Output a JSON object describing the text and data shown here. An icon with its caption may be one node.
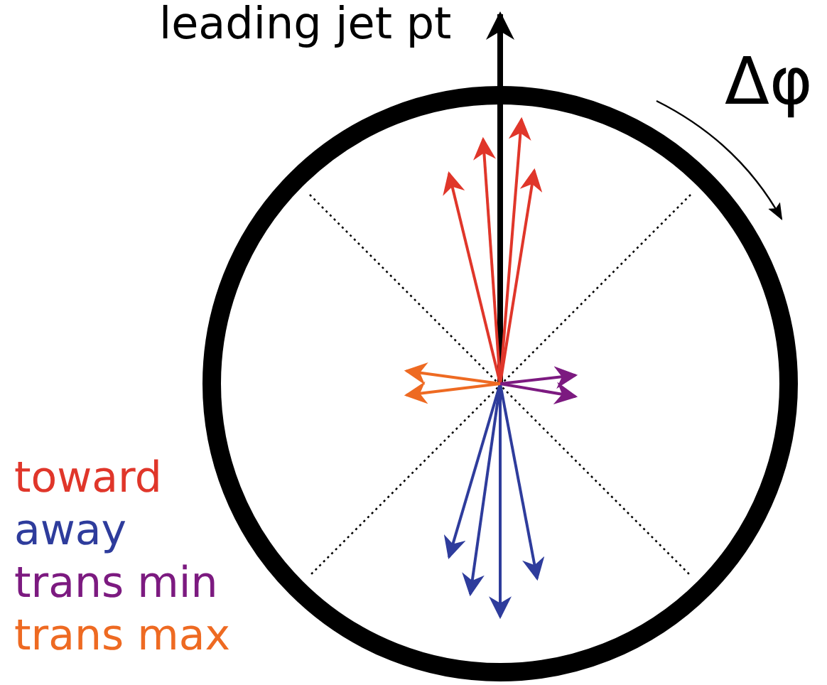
{
  "diagram": {
    "labels": [
      "leading jet pt",
      "Δφ"
    ],
    "legend": [
      {
        "text": "toward",
        "color": "#e0362a"
      },
      {
        "text": "away",
        "color": "#2e3c9c"
      },
      {
        "text": "trans min",
        "color": "#7c1a80"
      },
      {
        "text": "trans max",
        "color": "#ee6a22"
      }
    ]
  }
}
